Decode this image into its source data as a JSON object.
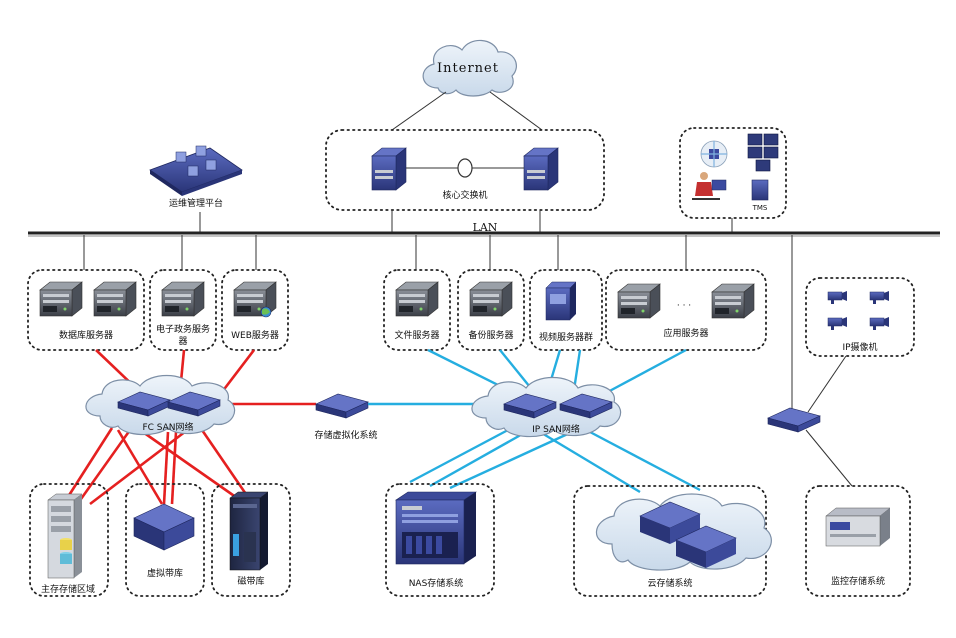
{
  "title": "",
  "labels": {
    "internet": "Internet",
    "core_switch": "核心交换机",
    "ops_platform": "运维管理平台",
    "lan": "LAN",
    "tms": "TMS",
    "db_server": "数据库服务器",
    "egov_server_line1": "电子政务服务",
    "egov_server_line2": "器",
    "web_server": "WEB服务器",
    "file_server": "文件服务器",
    "backup_server": "备份服务器",
    "video_server": "视频服务器群",
    "app_server": "应用服务器",
    "app_dots": "· · ·",
    "ip_camera": "IP摄像机",
    "fc_san": "FC  SAN网络",
    "storage_virt": "存储虚拟化系统",
    "ip_san": "IP  SAN网络",
    "primary_storage": "主存存储区域",
    "virtual_tape": "虚拟带库",
    "tape_library": "磁带库",
    "nas_storage": "NAS存储系统",
    "cloud_storage": "云存储系统",
    "monitor_storage": "监控存储系统"
  },
  "colors": {
    "fc_link": "#e52020",
    "ip_link": "#25aee0",
    "lan_line": "#333333",
    "device": "#3b4aa0",
    "cloud": "#d8e6f2"
  },
  "icons": [
    "cloud-icon",
    "server-icon",
    "switch-icon",
    "tape-library-icon",
    "storage-array-icon",
    "camera-icon",
    "monitor-wall-icon",
    "operator-icon",
    "platform-icon"
  ]
}
